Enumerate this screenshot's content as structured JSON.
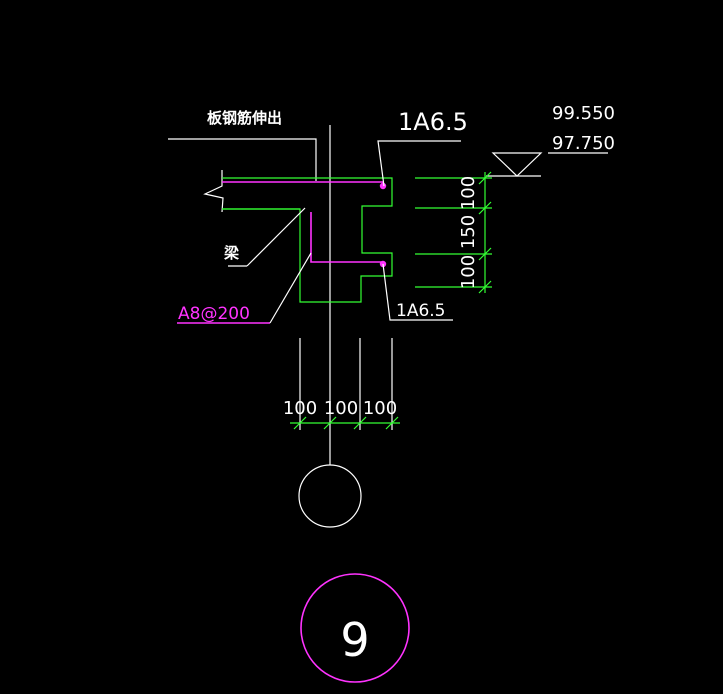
{
  "labels": {
    "slab_note": "板钢筋伸出",
    "top_bar": "1A6.5",
    "bottom_bar": "1A6.5",
    "beam": "梁",
    "stirrup": "A8@200",
    "elevation_top": "99.550",
    "elevation_bottom": "97.750",
    "detail_number": "9"
  },
  "dims_vertical": [
    "100",
    "150",
    "100"
  ],
  "dims_horizontal": [
    "100",
    "100",
    "100"
  ],
  "colors": {
    "line": "#ffffff",
    "outline": "#33ff33",
    "rebar": "#ff33ff",
    "background": "#000000"
  }
}
